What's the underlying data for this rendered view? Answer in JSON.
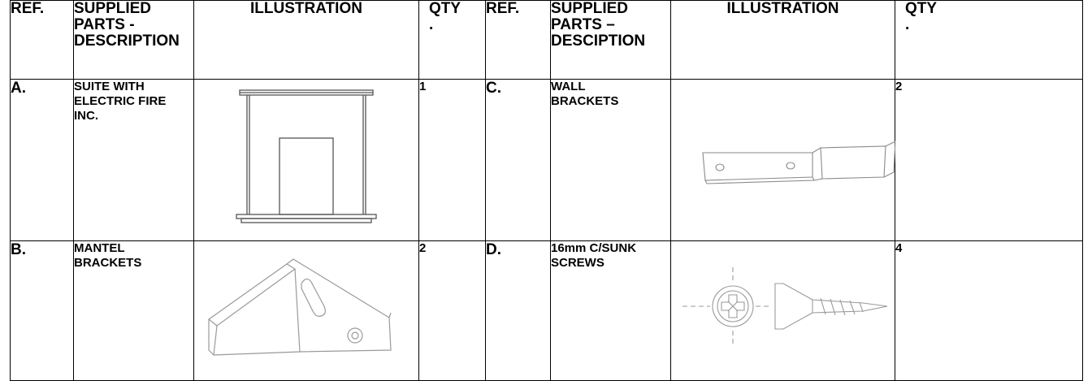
{
  "headers": {
    "ref_left": "REF.",
    "desc_left": "SUPPLIED\nPARTS -\nDESCRIPTION",
    "illus_left": "ILLUSTRATION",
    "qty_left": "QTY\n.",
    "ref_right": "REF.",
    "desc_right": "SUPPLIED\nPARTS –\nDESCIPTION",
    "illus_right": "ILLUSTRATION",
    "qty_right": "QTY\n."
  },
  "parts": [
    {
      "ref": "A.",
      "description": "SUITE WITH\nELECTRIC FIRE\nINC.",
      "qty": "1",
      "illustration_icon": "fire-suite-icon"
    },
    {
      "ref": "C.",
      "description": "WALL\nBRACKETS",
      "qty": "2",
      "illustration_icon": "wall-bracket-icon"
    },
    {
      "ref": "B.",
      "description": "MANTEL\nBRACKETS",
      "qty": "2",
      "illustration_icon": "mantel-bracket-icon"
    },
    {
      "ref": "D.",
      "description": "16mm C/SUNK\nSCREWS",
      "qty": "4",
      "illustration_icon": "screw-icon"
    }
  ],
  "colors": {
    "line": "#000000",
    "drawing_light": "#9a9a9a"
  }
}
